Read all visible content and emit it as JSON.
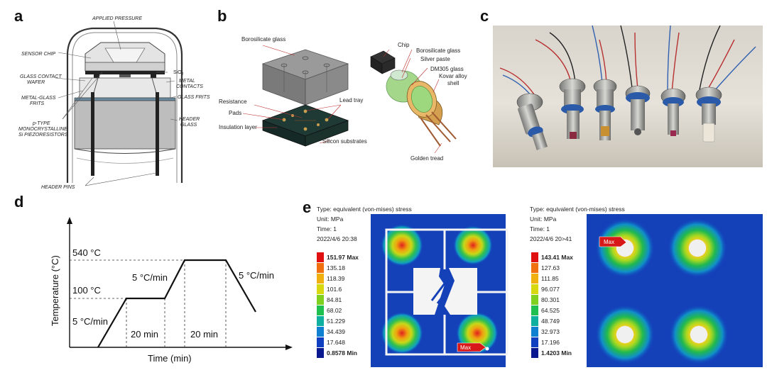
{
  "panels": {
    "a": "a",
    "b": "b",
    "c": "c",
    "d": "d",
    "e": "e"
  },
  "panel_a": {
    "labels": {
      "applied_pressure": "APPLIED PRESSURE",
      "sensor_chip": "SENSOR CHIP",
      "sio2": "SiO",
      "sio2_sub": "2",
      "glass_contact_1": "GLASS CONTACT",
      "glass_contact_2": "WAFER",
      "metal_contacts_1": "METAL",
      "metal_contacts_2": "CONTACTS",
      "metal_glass_1": "METAL-GLASS",
      "metal_glass_2": "FRITS",
      "glass_frits": "GLASS FRITS",
      "ptype_1": "p-TYPE",
      "ptype_2": "MONOCRYSTALLINE",
      "ptype_3": "Si PIEZORESISTORS",
      "header_glass_1": "HEADER",
      "header_glass_2": "GLASS",
      "header_pins": "HEADER PINS"
    }
  },
  "panel_b": {
    "labels": {
      "borosilicate_glass": "Borosilicate glass",
      "resistance": "Resistance",
      "pads": "Pads",
      "insulation_layer": "Insulation layer",
      "lead_tray": "Lead tray",
      "silicon_substrates": "Silicon substrates",
      "chip": "Chip",
      "borosilicate_glass_2": "Borosilicate glass",
      "silver_paste": "Silver paste",
      "dm305_glass": "DM305 glass",
      "kovar_1": "Kovar alloy",
      "kovar_2": "shell",
      "golden_tread": "Golden tread"
    }
  },
  "panel_d": {
    "chart_data": {
      "type": "line",
      "xlabel": "Time (min)",
      "ylabel": "Temperature (°C)",
      "y_ticks_labeled": [
        "100 °C",
        "540 °C"
      ],
      "segments": [
        {
          "phase": "ramp",
          "label": "5 °C/min"
        },
        {
          "phase": "hold",
          "label": "20 min"
        },
        {
          "phase": "ramp",
          "label": "5 °C/min"
        },
        {
          "phase": "hold",
          "label": "20 min"
        },
        {
          "phase": "ramp-down",
          "label": "5 °C/min"
        }
      ],
      "levels": [
        100,
        540
      ]
    }
  },
  "panel_e": {
    "left": {
      "type_line": "Type: equivalent (von-mises) stress",
      "unit_line": "Unit: MPa",
      "time_line": "Time: 1",
      "date_line": "2022/4/6 20:38",
      "legend": [
        "151.97 Max",
        "135.18",
        "118.39",
        "101.6",
        "84.81",
        "68.02",
        "51.229",
        "34.439",
        "17.648",
        "0.8578 Min"
      ],
      "max_tag": "Max"
    },
    "right": {
      "type_line": "Type: equivalent (von-mises) stress",
      "unit_line": "Unit: MPa",
      "time_line": "Time: 1",
      "date_line": "2022/4/6 20>41",
      "legend": [
        "143.41 Max",
        "127.63",
        "111.85",
        "96.077",
        "80.301",
        "64.525",
        "48.749",
        "32.973",
        "17.196",
        "1.4203 Min"
      ],
      "max_tag": "Max"
    },
    "legend_colors": [
      "#e01010",
      "#f07010",
      "#f0b010",
      "#d8d810",
      "#80d020",
      "#20c050",
      "#10b0a0",
      "#1080d0",
      "#1040c0",
      "#0a1890"
    ]
  }
}
